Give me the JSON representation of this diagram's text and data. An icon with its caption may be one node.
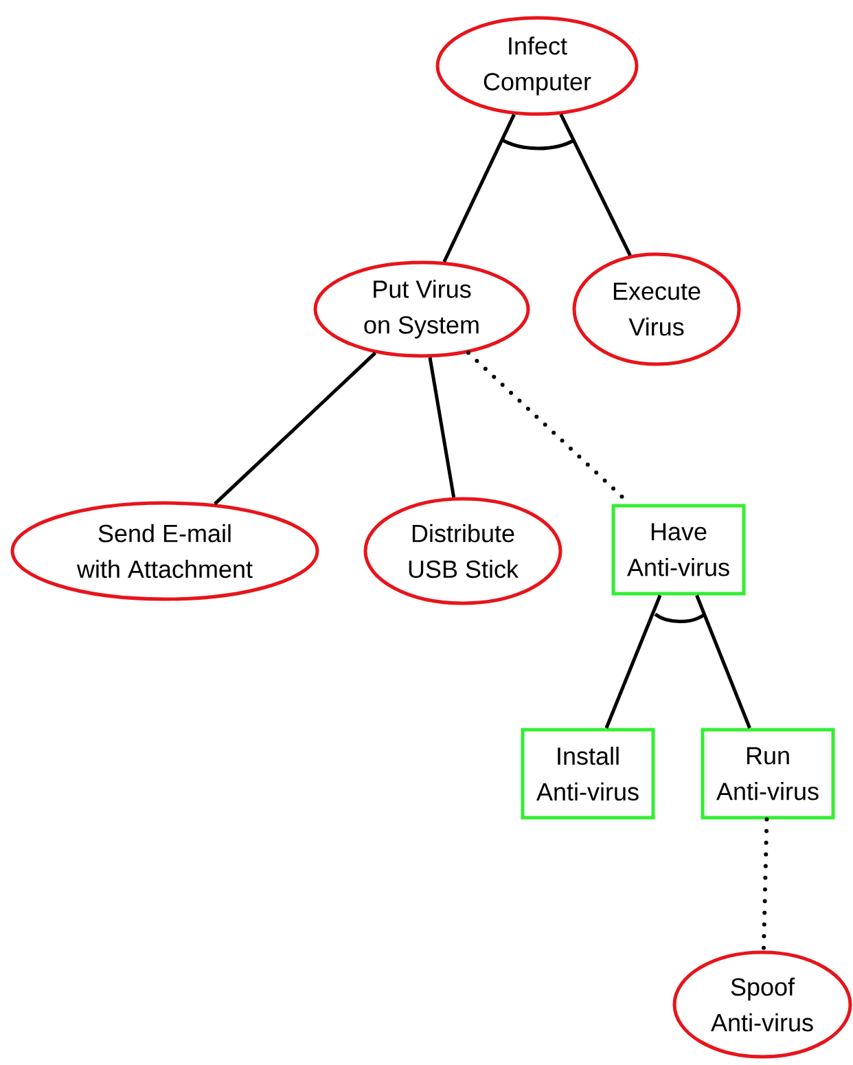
{
  "diagram": {
    "nodes": [
      {
        "text": [
          "Infect Computer"
        ]
      },
      {
        "text": [
          "Put Virus on System"
        ]
      },
      {
        "text": [
          "Execute Virus"
        ]
      },
      {
        "text": [
          "Send E-mail with Attachment"
        ]
      },
      {
        "text": [
          "Distribute USB Stick"
        ]
      },
      {
        "text": [
          "Have Anti-virus"
        ]
      },
      {
        "text": [
          "Install Anti-virus"
        ]
      },
      {
        "text": [
          "Run Anti-virus"
        ]
      },
      {
        "text": [
          "Spoof Anti-virus"
        ]
      }
    ],
    "edges": [
      {
        "from": 0,
        "to": 1,
        "arrow": "none"
      },
      {
        "from": 0,
        "to": 2,
        "arrow": "none"
      },
      {
        "from": 1,
        "to": 3,
        "arrow": "none"
      },
      {
        "from": 1,
        "to": 4,
        "arrow": "none"
      },
      {
        "from": 1,
        "to": 5,
        "arrow": "none",
        "style": "dashed"
      },
      {
        "from": 5,
        "to": 6,
        "arrow": "none"
      },
      {
        "from": 5,
        "to": 7,
        "arrow": "none"
      },
      {
        "from": 7,
        "to": 8,
        "arrow": "none",
        "style": "dashed"
      }
    ]
  }
}
